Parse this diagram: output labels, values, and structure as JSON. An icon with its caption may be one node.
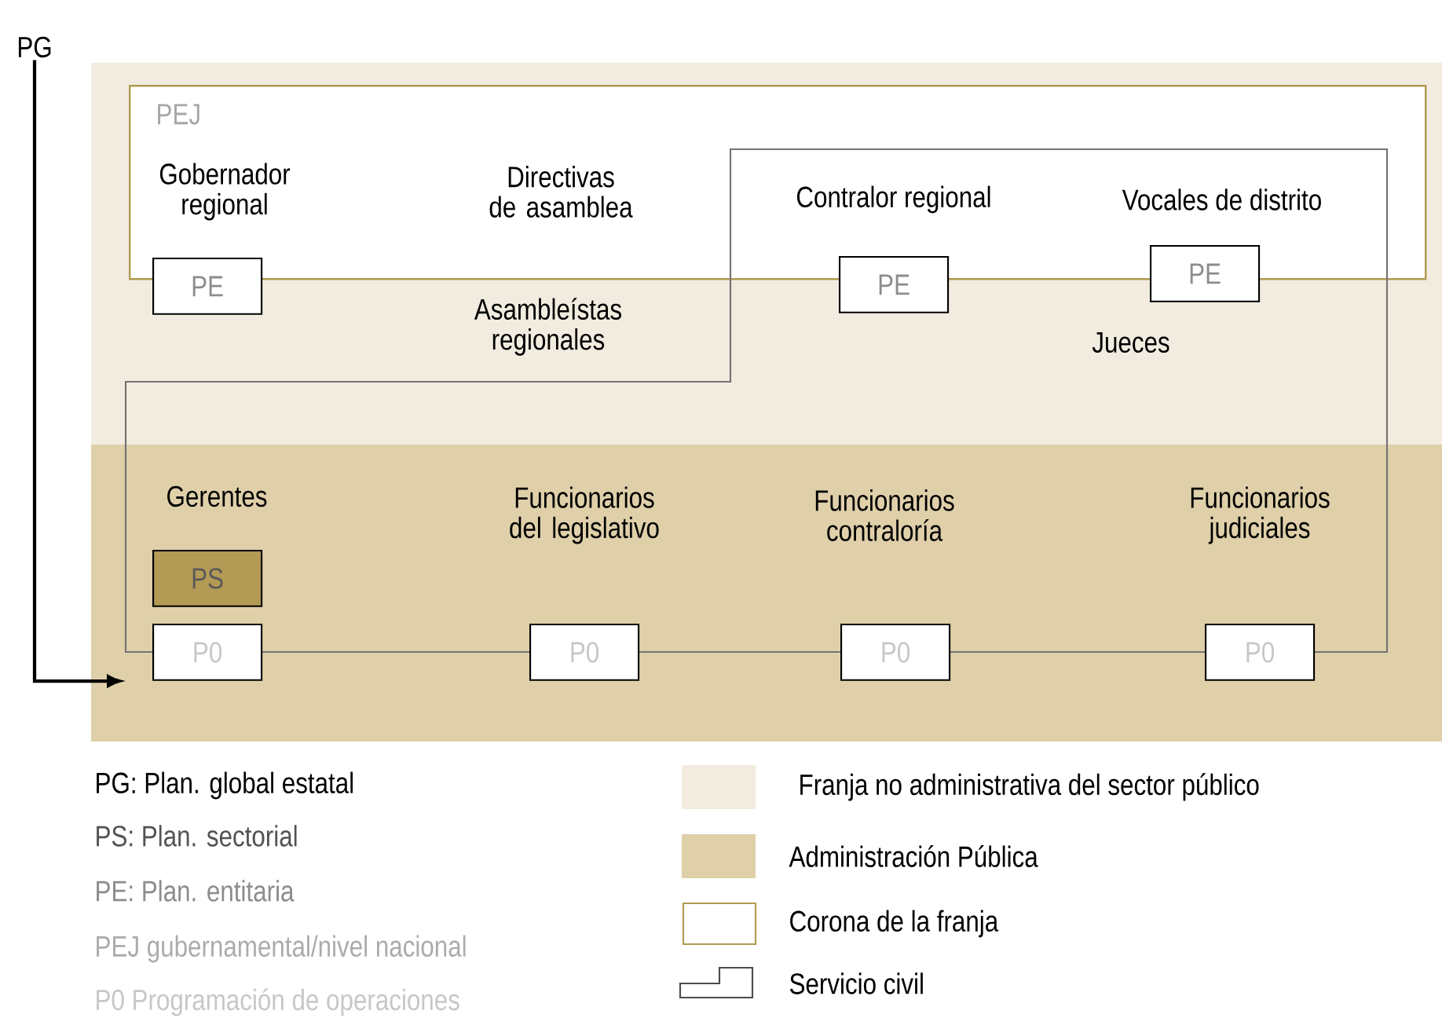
{
  "diagram": {
    "nodes": [
      {
        "text": [
          "PG"
        ]
      },
      {
        "text": [
          "PEJ"
        ]
      },
      {
        "text": [],
        "shape": "box"
      },
      {
        "text": [
          "PE"
        ]
      },
      {
        "text": [
          "PE"
        ],
        "in": 2
      },
      {
        "text": [
          "PE"
        ],
        "in": 2
      },
      {
        "text": [
          "PS"
        ],
        "in": 2
      },
      {
        "text": [
          "P0"
        ]
      },
      {
        "text": [
          "P0"
        ]
      },
      {
        "text": [
          "P0"
        ]
      },
      {
        "text": [
          "P0"
        ]
      }
    ],
    "edges": [
      {
        "from": 0,
        "to": 2,
        "arrow": "to"
      }
    ],
    "labels": [
      "Gobernador regional",
      "Directivas de asamblea",
      "Contralor regional",
      "Vocales de distrito",
      "Asambleístas regionales",
      "Jueces",
      "Gerentes",
      "Funcionarios del legislativo",
      "Funcionarios contraloría",
      "Funcionarios judiciales",
      "PG: Plan. global estatal",
      "PS: Plan. sectorial",
      "PE: Plan. entitaria",
      "PEJ gubernamental/nivel nacional",
      "P0 Programación de operaciones"
    ],
    "legend": [
      {
        "text": "Franja no administrativa del sector público",
        "color": "#f2ece0"
      },
      {
        "text": "Administración Pública",
        "color": "#dfd0aa"
      },
      {
        "text": "Corona de la franja"
      },
      {
        "text": "Servicio civil"
      }
    ]
  }
}
